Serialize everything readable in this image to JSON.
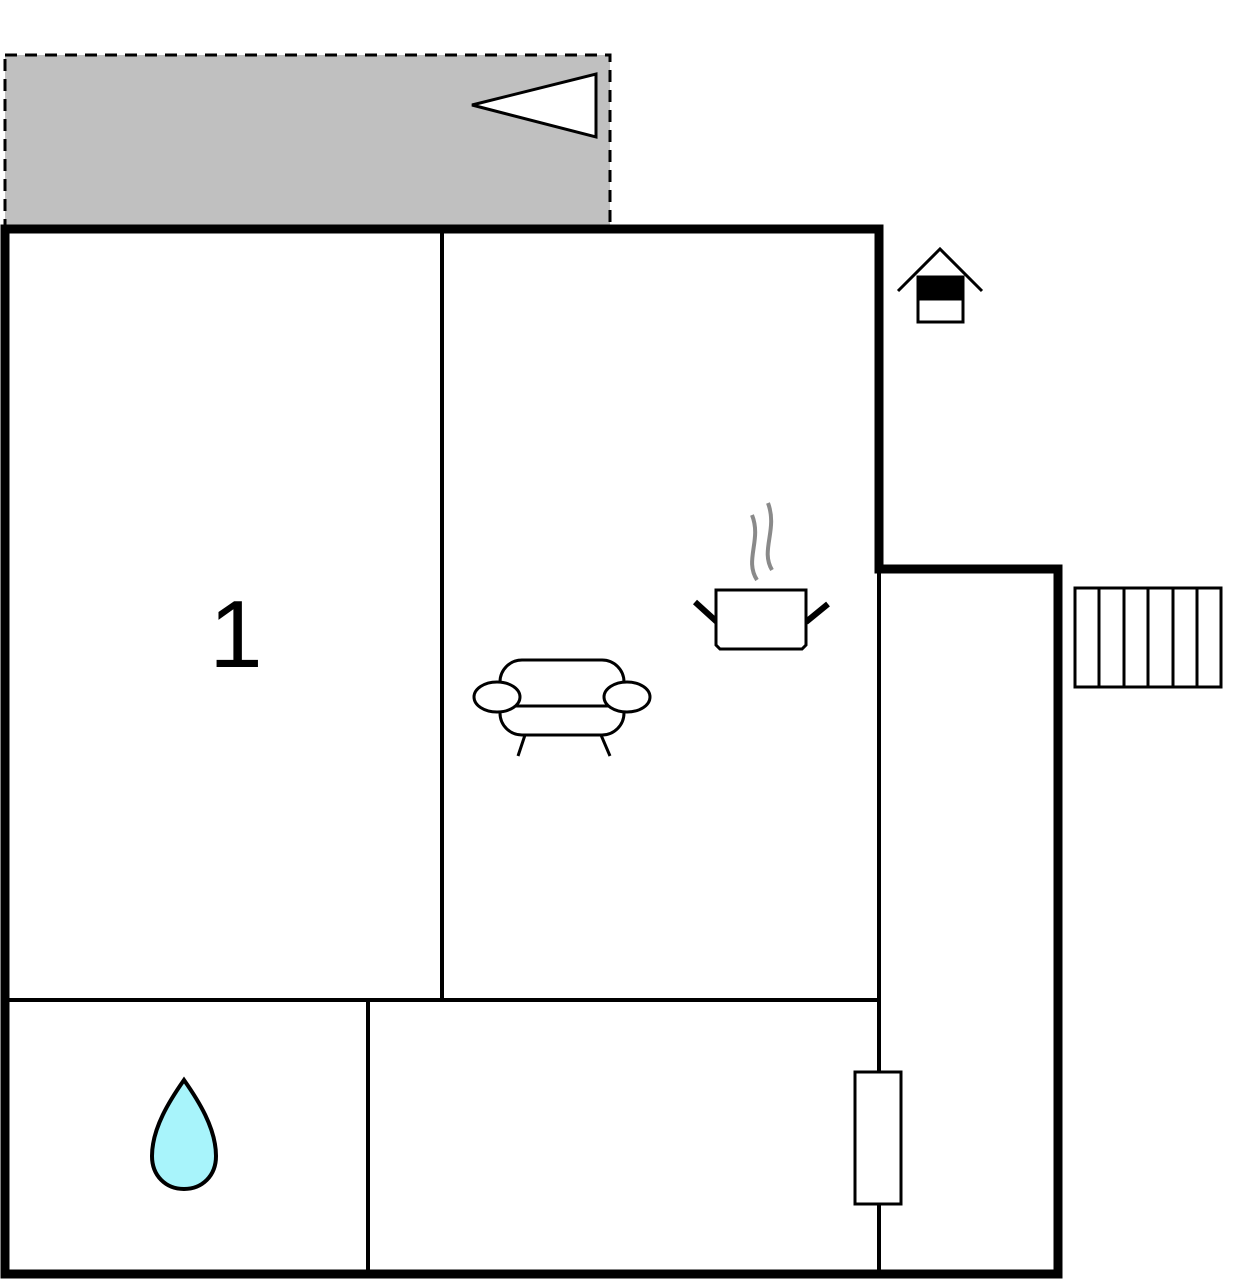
{
  "floorplan": {
    "rooms": [
      {
        "id": "bedroom",
        "label": "1"
      },
      {
        "id": "living-kitchen",
        "label": ""
      },
      {
        "id": "bathroom",
        "label": ""
      },
      {
        "id": "hall",
        "label": ""
      },
      {
        "id": "corridor",
        "label": ""
      }
    ],
    "icons": [
      "terrace-area",
      "view-direction-triangle-icon",
      "house-icon",
      "stairs-icon",
      "sofa-icon",
      "cooking-pot-icon",
      "water-drop-icon",
      "radiator-icon"
    ],
    "colors": {
      "terrace_fill": "#c0c0c0",
      "wall": "#000000",
      "water_drop": "#a8f4fb",
      "steam": "#8a8a8a",
      "background": "#ffffff"
    }
  }
}
